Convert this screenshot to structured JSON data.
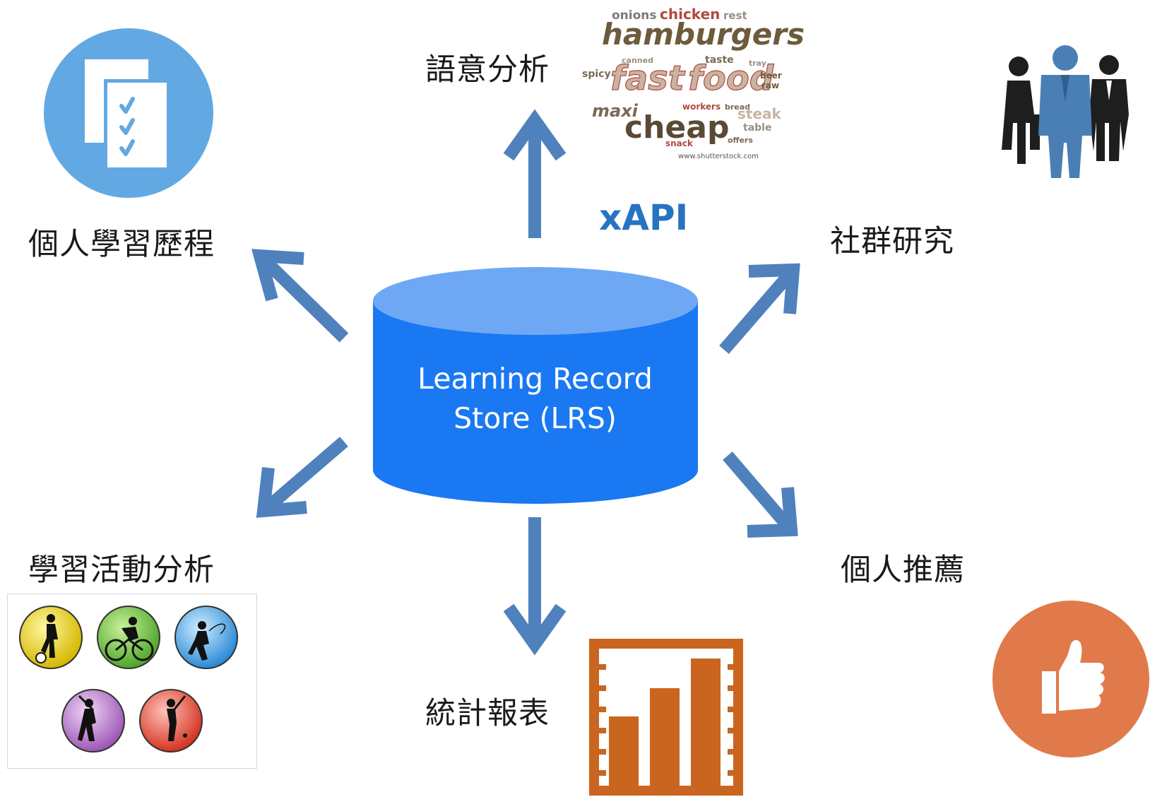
{
  "xapi_label": "xAPI",
  "lrs": {
    "line1": "Learning Record",
    "line2": "Store (LRS)"
  },
  "labels": {
    "semantic_analysis": "語意分析",
    "personal_history": "個人學習歷程",
    "community_research": "社群研究",
    "activity_analysis": "學習活動分析",
    "personal_recommendation": "個人推薦",
    "statistics_report": "統計報表"
  },
  "word_cloud": {
    "words": [
      "onions",
      "chicken",
      "rest",
      "hamburgers",
      "canned",
      "taste",
      "tray",
      "spicy",
      "fast",
      "food",
      "beer",
      "raw",
      "maxi",
      "workers",
      "bread",
      "steak",
      "cheap",
      "table",
      "snack",
      "offers"
    ],
    "credit": "www.shutterstock.com"
  },
  "icons": [
    "checklist-icon",
    "people-icon",
    "sports-badges-icon",
    "bar-chart-icon",
    "thumbs-up-icon",
    "database-cylinder-icon"
  ],
  "colors": {
    "arrow": "#4f81bd",
    "cylinder_body": "#1a78f2",
    "cylinder_top": "#6ea8f5",
    "xapi": "#2673c2",
    "checklist_circle": "#62a9e3",
    "people_dark": "#1e1e1e",
    "people_blue": "#4a7fb5",
    "chart_orange": "#c9651f",
    "thumb_circle": "#e07a4b"
  }
}
